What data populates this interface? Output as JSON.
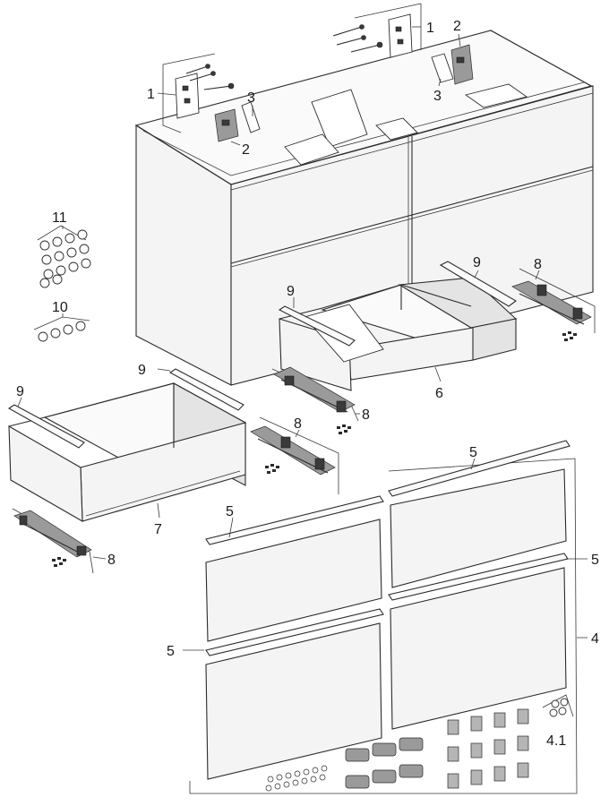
{
  "labels": {
    "l1a": "1",
    "l1b": "1",
    "l2a": "2",
    "l2b": "2",
    "l3a": "3",
    "l3b": "3",
    "l4": "4",
    "l41": "4.1",
    "l5a": "5",
    "l5b": "5",
    "l5c": "5",
    "l5d": "5",
    "l6": "6",
    "l7": "7",
    "l8a": "8",
    "l8b": "8",
    "l8c": "8",
    "l8d": "8",
    "l9a": "9",
    "l9b": "9",
    "l9c": "9",
    "l9d": "9",
    "l10": "10",
    "l11": "11"
  }
}
